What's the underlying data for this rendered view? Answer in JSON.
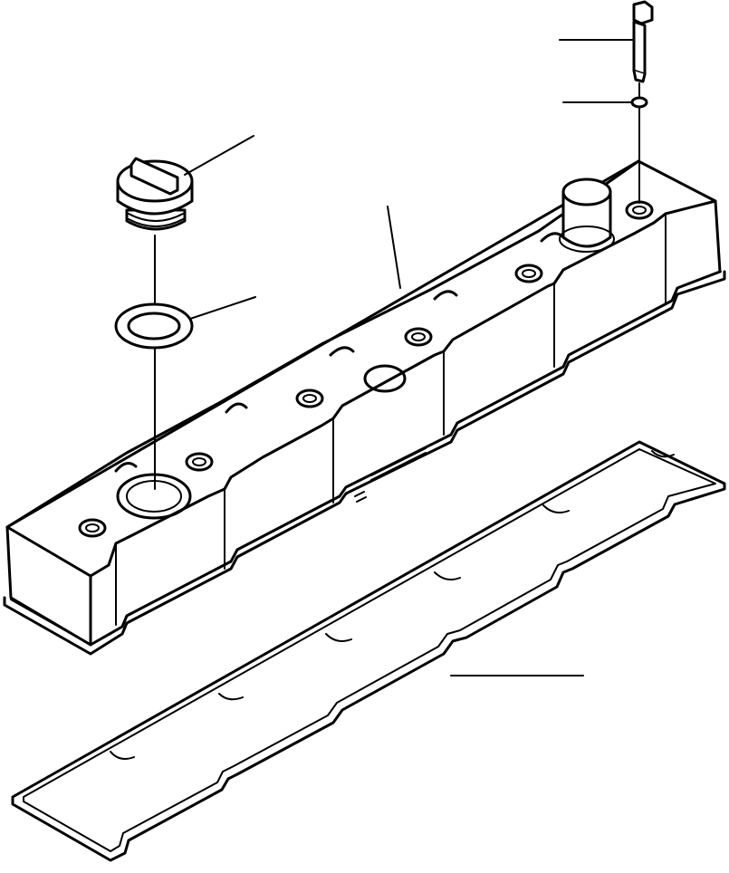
{
  "figure": {
    "subject": "valve-cover-assembly",
    "parts": [
      {
        "id": "bolt",
        "label": ""
      },
      {
        "id": "washer",
        "label": ""
      },
      {
        "id": "oil-filler-cap",
        "label": ""
      },
      {
        "id": "o-ring",
        "label": ""
      },
      {
        "id": "valve-cover",
        "label": ""
      },
      {
        "id": "valve-cover-gasket",
        "label": ""
      }
    ],
    "colors": {
      "ink": "#000000",
      "paper": "#ffffff"
    }
  }
}
